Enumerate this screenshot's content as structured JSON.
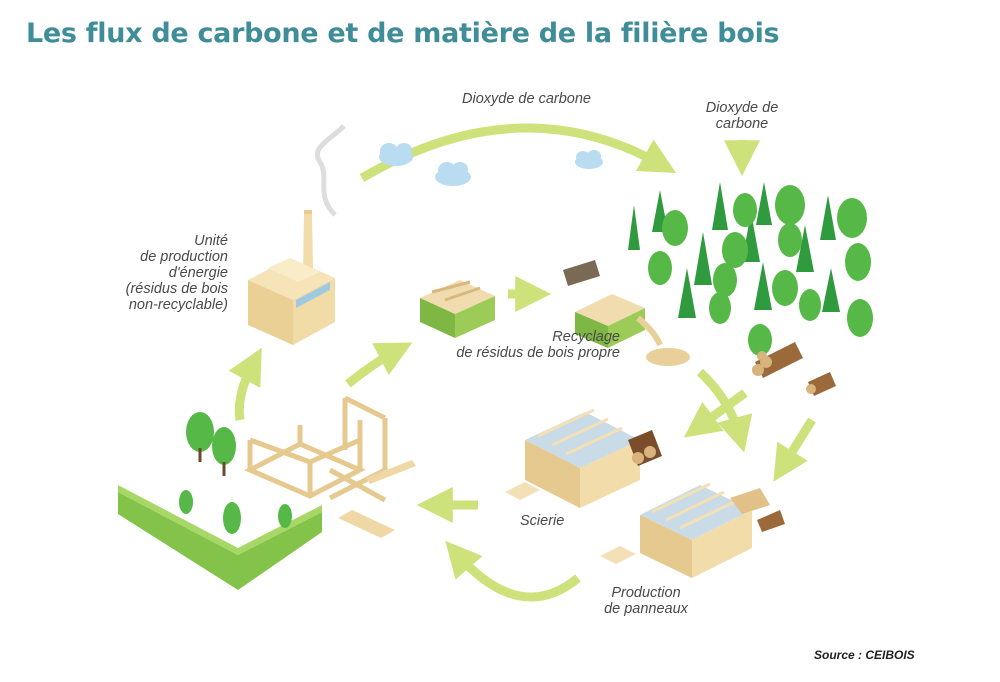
{
  "title": "Les flux de carbone et de matière de la filière bois",
  "labels": {
    "co2_top": "Dioxyde de carbone",
    "co2_forest": [
      "Dioxyde de",
      "carbone"
    ],
    "energy_unit": [
      "Unité",
      "de production",
      "d'énergie",
      "(résidus de bois",
      "non-recyclable)"
    ],
    "recycling": [
      "Recyclage",
      "de résidus de bois propre"
    ],
    "sawmill": "Scierie",
    "panels": [
      "Production",
      "de panneaux"
    ]
  },
  "source": "Source :  CEIBOIS",
  "colors": {
    "title": "#3f8d98",
    "arrow": "#cde27a",
    "tree_green": "#2f9a3e",
    "tree_light": "#56b947",
    "wood": "#efd7a6",
    "container": "#7fb744",
    "roof_glass": "#c9dbe6"
  },
  "icons": [
    "cloud-icon",
    "smoke-icon",
    "factory-icon",
    "forest-icon",
    "log-pile-icon",
    "container-icon",
    "sawdust-icon",
    "sawmill-icon",
    "panel-factory-icon",
    "house-frame-icon",
    "hedge-icon",
    "plank-icon"
  ]
}
